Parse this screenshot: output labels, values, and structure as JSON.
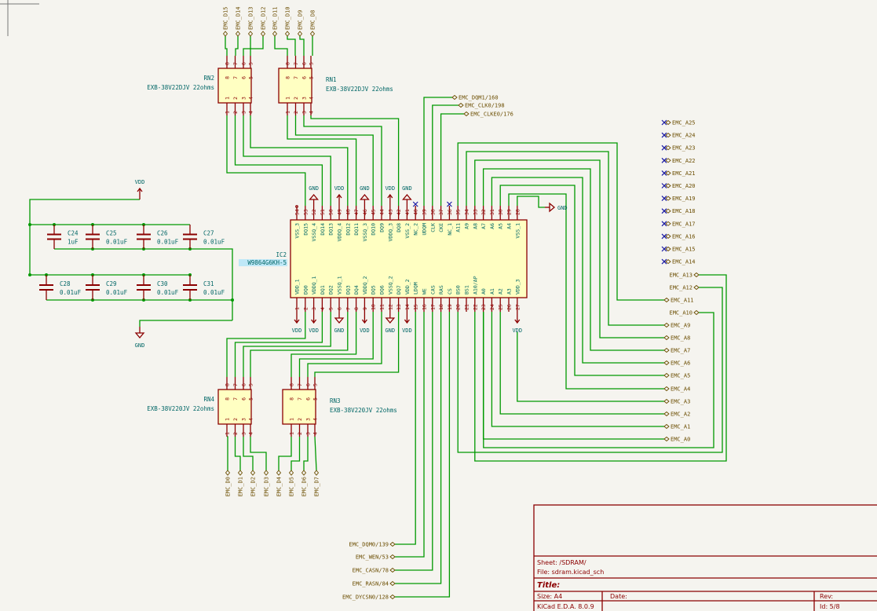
{
  "app": "KiCad Schematic Editor",
  "colors": {
    "wire": "#009900",
    "symbol": "#8b0000",
    "symbol_fill": "#ffffc2",
    "text_ref": "#006666",
    "label": "#6b4d00",
    "noconnect": "#1a1aa6",
    "background": "#f5f4ef"
  },
  "ic": {
    "ref": "IC2",
    "value": "W9864G6KH-5",
    "top_pins": [
      {
        "num": "54",
        "name": "VSS_3"
      },
      {
        "num": "53",
        "name": "DQ15"
      },
      {
        "num": "52",
        "name": "VSSQ_4"
      },
      {
        "num": "51",
        "name": "DQ14"
      },
      {
        "num": "50",
        "name": "DQ13"
      },
      {
        "num": "49",
        "name": "VDDQ_4"
      },
      {
        "num": "48",
        "name": "DQ12"
      },
      {
        "num": "47",
        "name": "DQ11"
      },
      {
        "num": "46",
        "name": "VSSQ_3"
      },
      {
        "num": "45",
        "name": "DQ10"
      },
      {
        "num": "44",
        "name": "DQ9"
      },
      {
        "num": "43",
        "name": "VDDQ_3"
      },
      {
        "num": "42",
        "name": "DQ8"
      },
      {
        "num": "41",
        "name": "VSS_2"
      },
      {
        "num": "40",
        "name": "NC_2"
      },
      {
        "num": "39",
        "name": "UDQM"
      },
      {
        "num": "38",
        "name": "CLK"
      },
      {
        "num": "37",
        "name": "CKE"
      },
      {
        "num": "36",
        "name": "NC_1"
      },
      {
        "num": "35",
        "name": "A11"
      },
      {
        "num": "34",
        "name": "A9"
      },
      {
        "num": "33",
        "name": "A8"
      },
      {
        "num": "32",
        "name": "A7"
      },
      {
        "num": "31",
        "name": "A6"
      },
      {
        "num": "30",
        "name": "A5"
      },
      {
        "num": "29",
        "name": "A4"
      },
      {
        "num": "28",
        "name": "VSS_1"
      }
    ],
    "bottom_pins": [
      {
        "num": "1",
        "name": "VDD_1"
      },
      {
        "num": "2",
        "name": "DQ0"
      },
      {
        "num": "3",
        "name": "VDDQ_1"
      },
      {
        "num": "4",
        "name": "DQ1"
      },
      {
        "num": "5",
        "name": "DQ2"
      },
      {
        "num": "6",
        "name": "VSSQ_1"
      },
      {
        "num": "7",
        "name": "DQ3"
      },
      {
        "num": "8",
        "name": "DQ4"
      },
      {
        "num": "9",
        "name": "VDDQ_2"
      },
      {
        "num": "10",
        "name": "DQ5"
      },
      {
        "num": "11",
        "name": "DQ6"
      },
      {
        "num": "12",
        "name": "VSSQ_2"
      },
      {
        "num": "13",
        "name": "DQ7"
      },
      {
        "num": "14",
        "name": "VDD_2"
      },
      {
        "num": "15",
        "name": "LDQM"
      },
      {
        "num": "16",
        "name": "WE"
      },
      {
        "num": "17",
        "name": "CAS"
      },
      {
        "num": "18",
        "name": "RAS"
      },
      {
        "num": "19",
        "name": "CS"
      },
      {
        "num": "20",
        "name": "BS0"
      },
      {
        "num": "21",
        "name": "BS1"
      },
      {
        "num": "22",
        "name": "A10/AP"
      },
      {
        "num": "23",
        "name": "A0"
      },
      {
        "num": "24",
        "name": "A1"
      },
      {
        "num": "25",
        "name": "A2"
      },
      {
        "num": "26",
        "name": "A3"
      },
      {
        "num": "27",
        "name": "VDD_3"
      }
    ]
  },
  "resistor_networks": [
    {
      "ref": "RN2",
      "value": "EXB-38V22DJV 22ohms"
    },
    {
      "ref": "RN1",
      "value": "EXB-38V22DJV 22ohms"
    },
    {
      "ref": "RN4",
      "value": "EXB-38V220JV 22ohms"
    },
    {
      "ref": "RN3",
      "value": "EXB-38V220JV 22ohms"
    }
  ],
  "capacitors": [
    {
      "ref": "C24",
      "value": "1uF"
    },
    {
      "ref": "C25",
      "value": "0.01uF"
    },
    {
      "ref": "C26",
      "value": "0.01uF"
    },
    {
      "ref": "C27",
      "value": "0.01uF"
    },
    {
      "ref": "C28",
      "value": "0.01uF"
    },
    {
      "ref": "C29",
      "value": "0.01uF"
    },
    {
      "ref": "C30",
      "value": "0.01uF"
    },
    {
      "ref": "C31",
      "value": "0.01uF"
    }
  ],
  "power": {
    "vdd": "VDD",
    "gnd": "GND"
  },
  "labels": {
    "top_data": [
      "EMC_D15",
      "EMC_D14",
      "EMC_D13",
      "EMC_D12",
      "EMC_D11",
      "EMC_D10",
      "EMC_D9",
      "EMC_D8"
    ],
    "bottom_data": [
      "EMC_D0",
      "EMC_D1",
      "EMC_D2",
      "EMC_D3",
      "EMC_D4",
      "EMC_D5",
      "EMC_D6",
      "EMC_D7"
    ],
    "clock": [
      "EMC_DQM1/160",
      "EMC_CLK0/198",
      "EMC_CLKE0/176"
    ],
    "unused_addr": [
      "EMC_A25",
      "EMC_A24",
      "EMC_A23",
      "EMC_A22",
      "EMC_A21",
      "EMC_A20",
      "EMC_A19",
      "EMC_A18",
      "EMC_A17",
      "EMC_A16",
      "EMC_A15",
      "EMC_A14"
    ],
    "addr": [
      "EMC_A13",
      "EMC_A12",
      "EMC_A11",
      "EMC_A10",
      "EMC_A9",
      "EMC_A8",
      "EMC_A7",
      "EMC_A6",
      "EMC_A5",
      "EMC_A4",
      "EMC_A3",
      "EMC_A2",
      "EMC_A1",
      "EMC_A0"
    ],
    "control": [
      "EMC_DQM0/139",
      "EMC_WEN/53",
      "EMC_CASN/78",
      "EMC_RASN/84",
      "EMC_DYCSN0/128"
    ]
  },
  "title_block": {
    "sheet": "Sheet: /SDRAM/",
    "file": "File: sdram.kicad_sch",
    "title": "Title:",
    "size": "Size: A4",
    "date": "Date:",
    "rev": "Rev:",
    "tool": "KiCad E.D.A. 8.0.9",
    "id": "Id: 5/8"
  }
}
